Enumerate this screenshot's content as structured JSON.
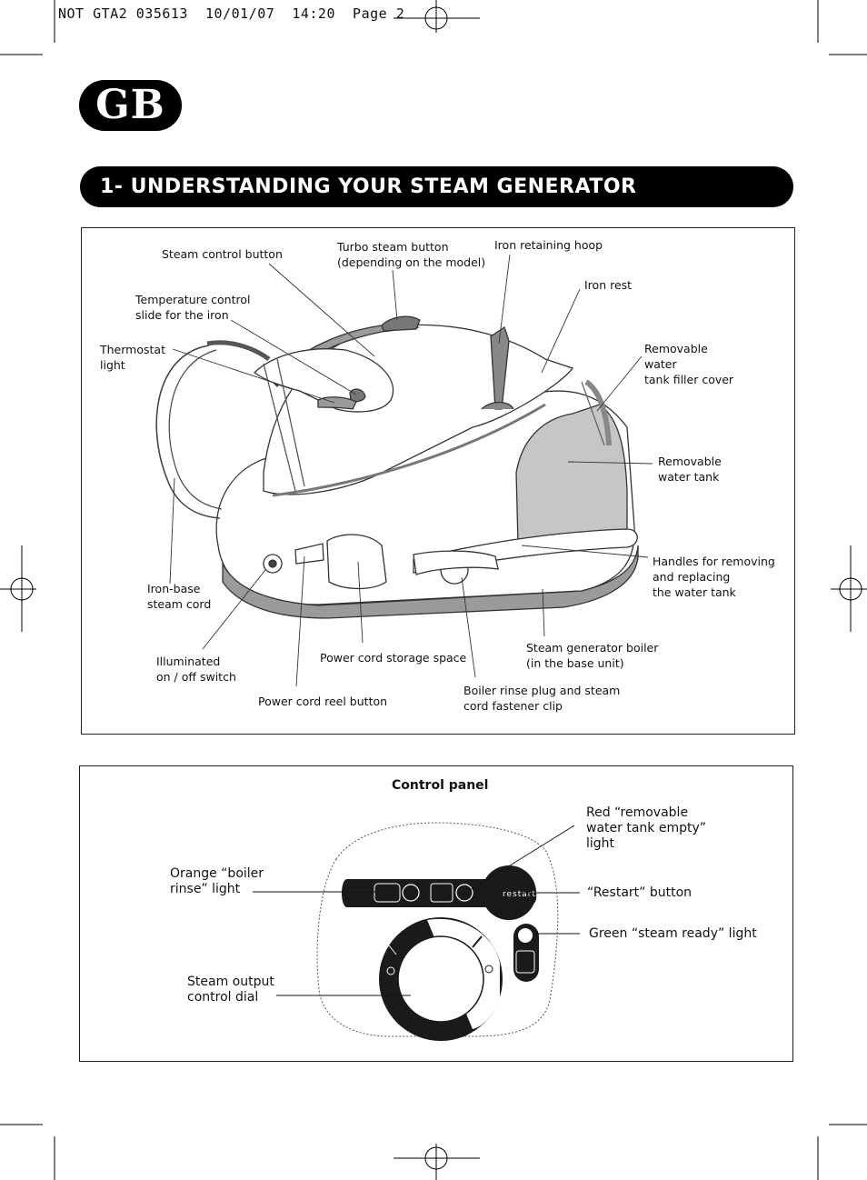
{
  "print_header": "NOT GTA2 035613  10/01/07  14:20  Page 2",
  "language_tab": "GB",
  "section_title": "1- UNDERSTANDING YOUR STEAM GENERATOR",
  "diagram": {
    "labels": {
      "steam_control_button": "Steam control button",
      "turbo_steam_button": "Turbo steam button\n(depending on the model)",
      "iron_retaining_hoop": "Iron retaining hoop",
      "iron_rest": "Iron rest",
      "temperature_control": "Temperature control\nslide for the iron",
      "thermostat_light": "Thermostat\nlight",
      "removable_water_tank_filler_cover": "Removable\nwater\ntank filler cover",
      "removable_water_tank": "Removable\nwater tank",
      "handles": "Handles for removing\nand replacing\nthe water tank",
      "iron_base_steam_cord": "Iron-base\nsteam cord",
      "illuminated_switch": "Illuminated\non / off switch",
      "power_cord_storage": "Power cord storage space",
      "power_cord_reel_button": "Power cord reel button",
      "steam_generator_boiler": "Steam generator boiler\n(in the base unit)",
      "boiler_rinse_plug": "Boiler rinse plug and steam\ncord fastener clip"
    }
  },
  "control_panel": {
    "title": "Control panel",
    "labels": {
      "red_light": "Red “removable\nwater tank empty”\nlight",
      "orange_light": "Orange “boiler\nrinse” light",
      "restart_button": "“Restart” button",
      "green_light": "Green “steam ready” light",
      "steam_dial": "Steam output\ncontrol dial"
    },
    "restart_text": "restart"
  }
}
